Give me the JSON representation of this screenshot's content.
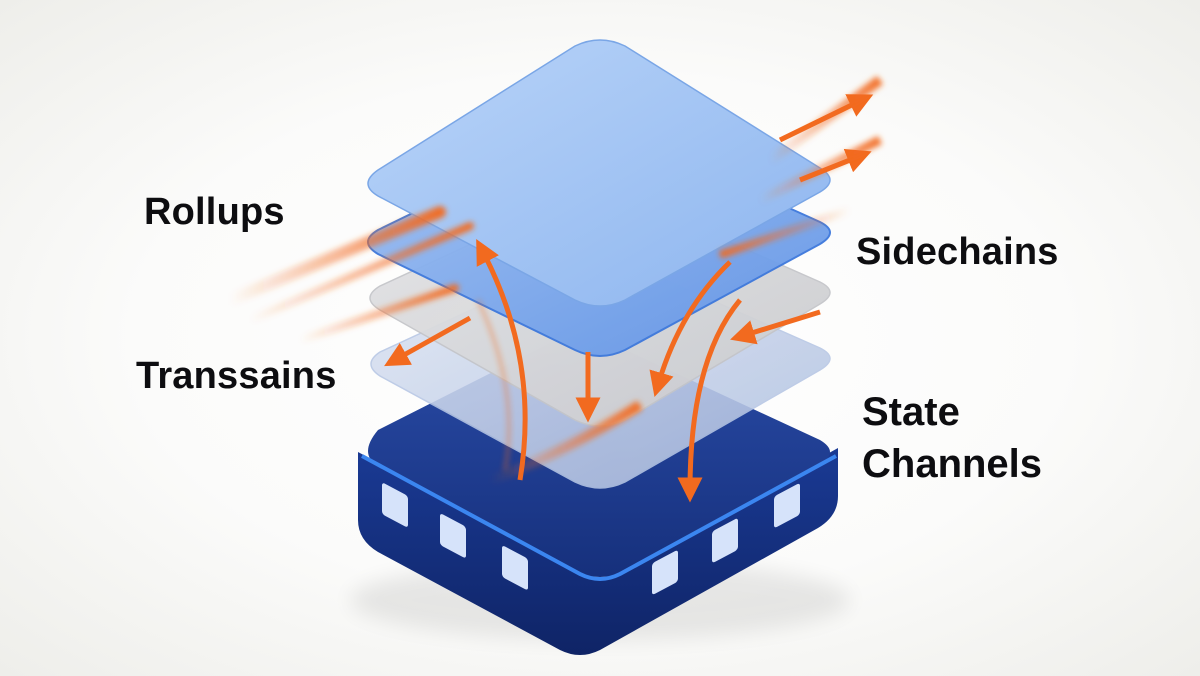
{
  "labels": {
    "rollups": "Rollups",
    "transactions": "Transsains",
    "sidechains": "Sidechains",
    "state_channels": [
      "State",
      "Channels"
    ]
  },
  "colors": {
    "arrow": "#f26a1f",
    "top_layer": "#a7c8f5",
    "second_layer": "#8fb4ee",
    "gray_layer": "#d9dadd",
    "fourth_layer": "#c6d2e8",
    "base_chip": "#1a3888",
    "base_edge": "#2b73e6",
    "chip_pin": "#d6e3fa"
  },
  "icons": [
    "layer-stack-icon",
    "chip-base-icon",
    "flow-arrow-icon"
  ]
}
